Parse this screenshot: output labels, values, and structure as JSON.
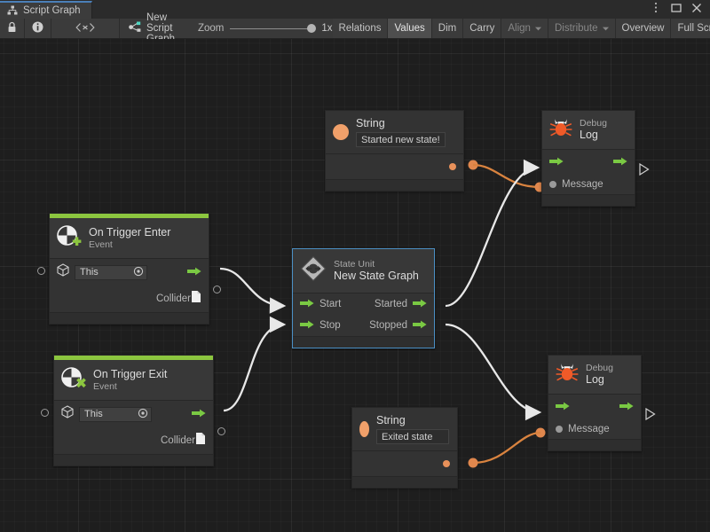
{
  "window": {
    "tab_label": "Script Graph",
    "tab_icon": "script-graph-icon",
    "menu_icon": "kebab-menu-icon",
    "maximize_icon": "maximize-icon",
    "close_icon": "close-icon"
  },
  "toolbar": {
    "lock_icon": "lock-icon",
    "info_icon": "info-icon",
    "code_icon": "code-brackets-icon",
    "graph_icon": "graph-node-icon",
    "graph_name": "New Script Graph",
    "zoom_label": "Zoom",
    "zoom_value": "1x",
    "buttons": [
      {
        "label": "Relations",
        "state": "normal"
      },
      {
        "label": "Values",
        "state": "active"
      },
      {
        "label": "Dim",
        "state": "normal"
      },
      {
        "label": "Carry",
        "state": "normal"
      },
      {
        "label": "Align",
        "state": "disabled",
        "dropdown": true
      },
      {
        "label": "Distribute",
        "state": "disabled",
        "dropdown": true
      },
      {
        "label": "Overview",
        "state": "normal"
      },
      {
        "label": "Full Scr",
        "state": "normal"
      }
    ]
  },
  "nodes": {
    "string_top": {
      "title": "String",
      "value": "Started new state!",
      "icon": "string-value-icon"
    },
    "debug_log_top": {
      "subtitle": "Debug",
      "title": "Log",
      "icon": "debug-bug-icon",
      "input_label": "Message"
    },
    "on_trigger_enter": {
      "title": "On Trigger Enter",
      "subtitle": "Event",
      "icon": "event-enter-icon",
      "target_value": "This",
      "target_icon": "gameobject-cube-icon",
      "output_label": "Collider",
      "output_icon": "collider-doc-icon"
    },
    "state_unit": {
      "subtitle": "State Unit",
      "title": "New  State  Graph",
      "icon": "state-unit-icon",
      "inputs": [
        "Start",
        "Stop"
      ],
      "outputs": [
        "Started",
        "Stopped"
      ],
      "selected": true
    },
    "on_trigger_exit": {
      "title": "On Trigger Exit",
      "subtitle": "Event",
      "icon": "event-exit-icon",
      "target_value": "This",
      "target_icon": "gameobject-cube-icon",
      "output_label": "Collider",
      "output_icon": "collider-doc-icon"
    },
    "string_bottom": {
      "title": "String",
      "value": "Exited state",
      "icon": "string-value-icon"
    },
    "debug_log_bottom": {
      "subtitle": "Debug",
      "title": "Log",
      "icon": "debug-bug-icon",
      "input_label": "Message"
    }
  },
  "colors": {
    "event_accent": "#8cc63f",
    "flow_port": "#7ac943",
    "value_port": "#e8915a",
    "selection": "#4b8fc4",
    "canvas_bg": "#1e1e1e",
    "node_bg": "#333333",
    "toolbar_bg": "#393939"
  }
}
